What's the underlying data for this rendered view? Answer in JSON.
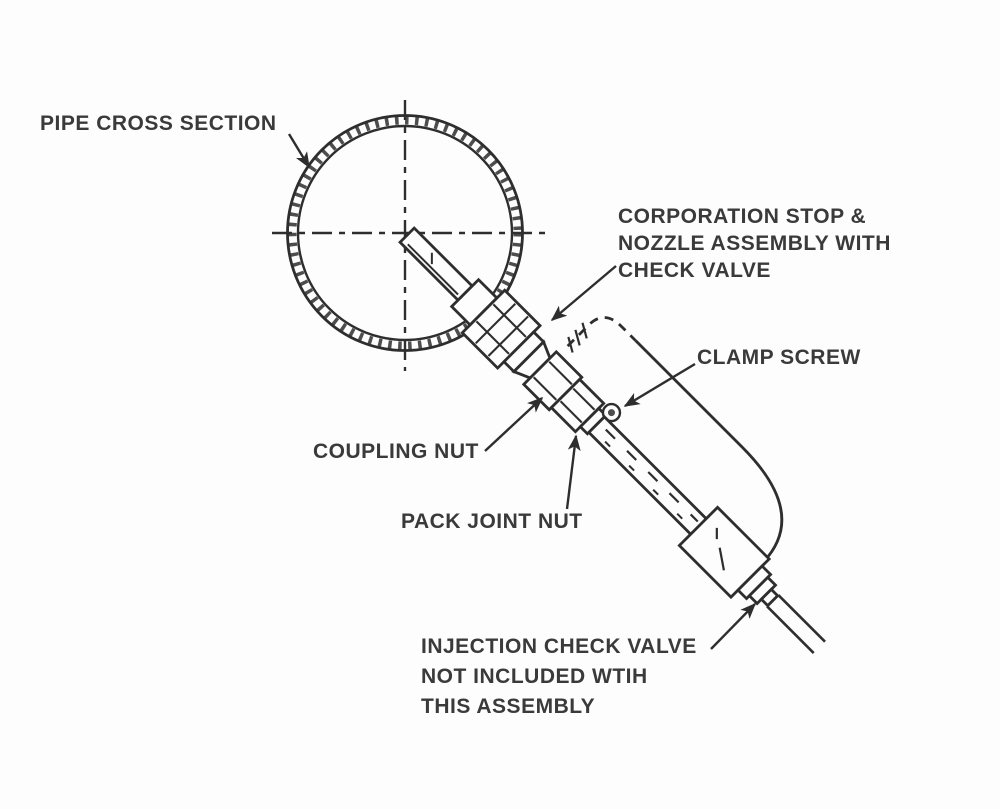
{
  "figure": {
    "type": "technical-line-diagram",
    "background": "#fdfdfd",
    "line_color": "#2e2e2e",
    "text_color": "#3a3a3a"
  },
  "labels": {
    "pipe_cross_section": "PIPE CROSS SECTION",
    "corporation_stop": "CORPORATION STOP &\nNOZZLE ASSEMBLY WITH\nCHECK VALVE",
    "clamp_screw": "CLAMP SCREW",
    "coupling_nut": "COUPLING NUT",
    "pack_joint_nut": "PACK JOINT NUT",
    "injection_check_valve": "INJECTION CHECK VALVE\nNOT INCLUDED WTIH\nTHIS ASSEMBLY"
  }
}
